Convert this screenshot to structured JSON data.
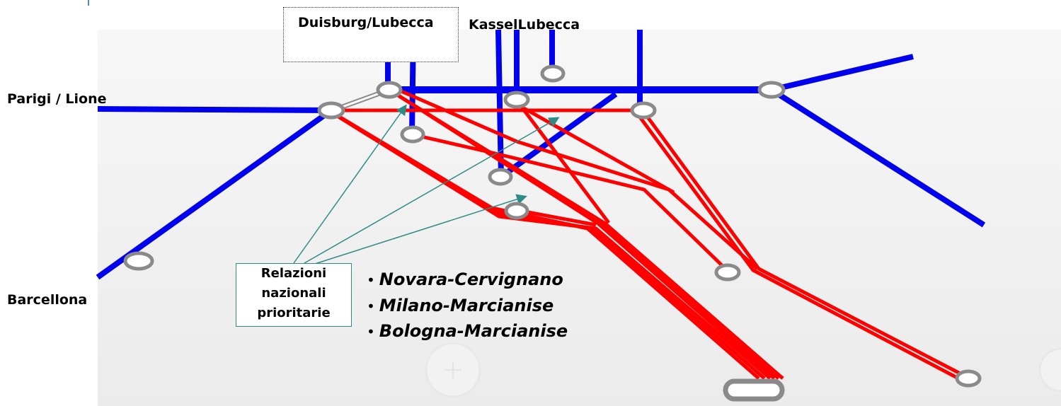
{
  "labels": {
    "duisburg": "Duisburg/Lubecca",
    "kassel_lubecca": "KasselLubecca",
    "parigi_lione": "Parigi / Lione",
    "barcellona": "Barcellona"
  },
  "legend_box": {
    "text_lines": [
      "Relazioni",
      "nazionali",
      "prioritarie"
    ]
  },
  "routes": [
    "Novara-Cervignano",
    "Milano-Marcianise",
    "Bologna-Marcianise"
  ],
  "colors": {
    "international": "#0000ee",
    "national": "#ff0000",
    "background": "#f2f2f2",
    "node_stroke": "#8a8a8a",
    "arrow": "#2e8b86"
  }
}
